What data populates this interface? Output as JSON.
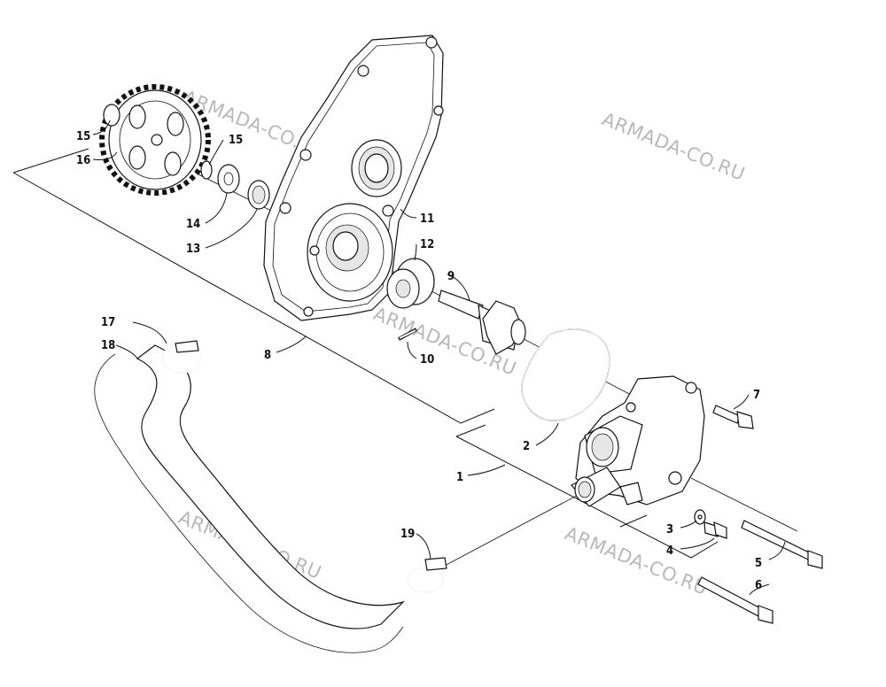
{
  "watermark": "ARMADA-CO.RU",
  "callouts": [
    "1",
    "2",
    "3",
    "4",
    "5",
    "6",
    "7",
    "8",
    "9",
    "10",
    "11",
    "12",
    "13",
    "14",
    "15",
    "15",
    "16",
    "17",
    "18",
    "19"
  ],
  "parts": {
    "cover": "11",
    "seal_12": "12",
    "impeller_shaft": "9",
    "pin": "10",
    "o_ring": "2",
    "pump_housing": "1",
    "washer": "3",
    "small_bolt": "4",
    "long_bolt_a": "5",
    "long_bolt_b": "6",
    "bolt_7": "7",
    "gasket_assembly": "8",
    "seal_13": "13",
    "bearing_14": "14",
    "clip": "15",
    "gear": "16",
    "clamp_upper": "17",
    "hose": "18",
    "clamp_lower": "19"
  }
}
